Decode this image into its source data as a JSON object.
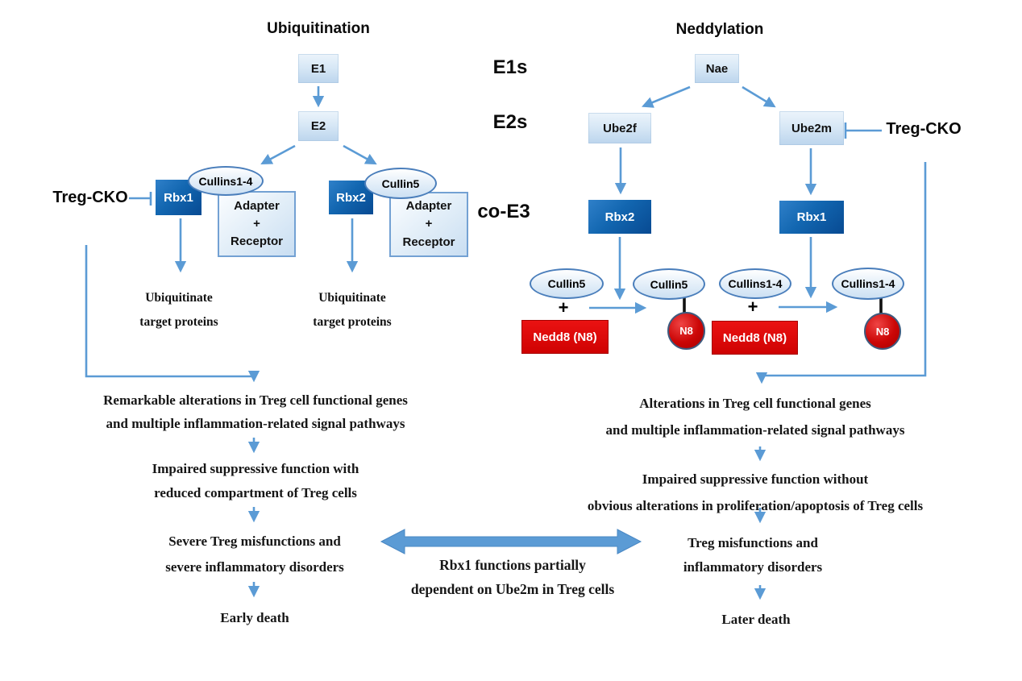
{
  "diagram": {
    "left_title": "Ubiquitination",
    "right_title": "Neddylation",
    "stage_labels": {
      "e1s": "E1s",
      "e2s": "E2s",
      "co_e3": "co-E3"
    },
    "ubiquitination": {
      "e1": "E1",
      "e2": "E2",
      "treg_cko": "Treg-CKO",
      "complex_a": {
        "rbx": "Rbx1",
        "cullin": "Cullins1-4",
        "adapter": [
          "Adapter",
          "+",
          "Receptor"
        ]
      },
      "complex_b": {
        "rbx": "Rbx2",
        "cullin": "Cullin5",
        "adapter": [
          "Adapter",
          "+",
          "Receptor"
        ]
      },
      "outcome": [
        "Ubiquitinate",
        "target proteins"
      ]
    },
    "neddylation": {
      "nae": "Nae",
      "ube2f": "Ube2f",
      "ube2m": "Ube2m",
      "treg_cko": "Treg-CKO",
      "rbx2": "Rbx2",
      "rbx1": "Rbx1",
      "reaction_a": {
        "substrate": "Cullin5",
        "plus": "+",
        "nedd8": "Nedd8 (N8)",
        "product": "Cullin5",
        "n8": "N8"
      },
      "reaction_b": {
        "substrate": "Cullins1-4",
        "plus": "+",
        "nedd8": "Nedd8 (N8)",
        "product": "Cullins1-4",
        "n8": "N8"
      }
    },
    "left_flow": {
      "step1": [
        "Remarkable alterations in Treg cell functional genes",
        "and multiple inflammation-related signal pathways"
      ],
      "step2": [
        "Impaired suppressive function with",
        "reduced compartment of Treg cells"
      ],
      "step3": [
        "Severe Treg misfunctions and",
        "severe inflammatory disorders"
      ],
      "step4": [
        "Early death"
      ]
    },
    "right_flow": {
      "step1": [
        "Alterations in Treg cell functional genes",
        "and multiple inflammation-related signal pathways"
      ],
      "step2": [
        "Impaired suppressive function without",
        "obvious alterations in proliferation/apoptosis of Treg cells"
      ],
      "step3": [
        "Treg misfunctions and",
        "inflammatory disorders"
      ],
      "step4": [
        "Later death"
      ]
    },
    "center_note": [
      "Rbx1 functions partially",
      "dependent on Ube2m in Treg cells"
    ],
    "colors": {
      "arrow_blue": "#5b9bd5",
      "dark_box_top": "#2f80c9",
      "dark_box_bottom": "#084a92",
      "light_box": "#d8e8f6",
      "ellipse_border": "#4a7ebb",
      "red_box": "#d40404",
      "n8_border": "#3e5a7e",
      "text": "#161616"
    }
  }
}
